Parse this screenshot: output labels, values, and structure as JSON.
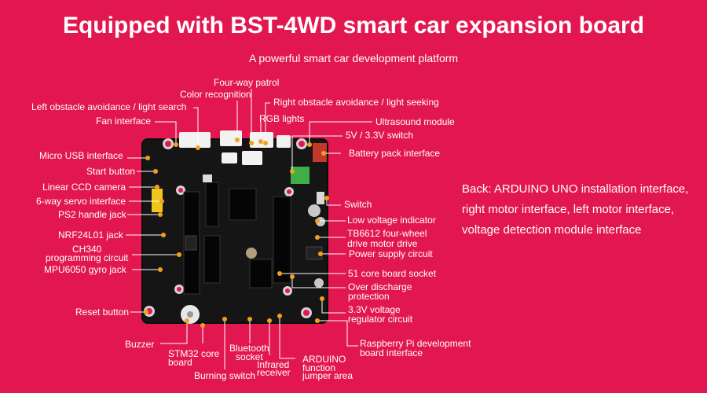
{
  "header": {
    "title": "Equipped with BST-4WD smart car expansion board",
    "subtitle": "A powerful smart car development platform"
  },
  "back_text": "Back: ARDUINO UNO installation interface, right motor interface, left motor interface, voltage detection module interface",
  "labels": {
    "four_way_patrol": "Four-way patrol",
    "color_recognition": "Color recognition",
    "left_obstacle": "Left obstacle avoidance / light search",
    "right_obstacle": "Right obstacle avoidance / light seeking",
    "fan_interface": "Fan interface",
    "rgb_lights": "RGB lights",
    "ultrasound_module": "Ultrasound module",
    "v5_v33_switch": "5V / 3.3V switch",
    "micro_usb": "Micro USB interface",
    "battery_pack": "Battery pack interface",
    "start_button": "Start button",
    "linear_ccd": "Linear CCD camera",
    "servo_interface": "6-way servo interface",
    "switch": "Switch",
    "ps2_jack": "PS2 handle jack",
    "low_voltage": "Low voltage indicator",
    "nrf24l01": "NRF24L01 jack",
    "tb6612_line1": "TB6612 four-wheel",
    "tb6612_line2": "drive motor drive",
    "ch340_line1": "CH340",
    "ch340_line2": "programming circuit",
    "power_supply": "Power supply circuit",
    "mpu6050": "MPU6050 gyro jack",
    "core_board_51": "51 core board socket",
    "over_discharge_line1": "Over discharge",
    "over_discharge_line2": "protection",
    "reset_button": "Reset button",
    "v33_reg_line1": "3.3V voltage",
    "v33_reg_line2": "regulator circuit",
    "buzzer": "Buzzer",
    "stm32_line1": "STM32 core",
    "stm32_line2": "board",
    "bluetooth_line1": "Bluetooth",
    "bluetooth_line2": "socket",
    "infrared_line1": "Infrared",
    "infrared_line2": "receiver",
    "arduino_line1": "ARDUINO",
    "arduino_line2": "function",
    "arduino_line3": "jumper area",
    "raspberry_line1": "Raspberry Pi development",
    "raspberry_line2": "board interface",
    "burning_switch": "Burning switch"
  },
  "colors": {
    "background": "#e3174f",
    "board": "#151515",
    "callout_dot": "#f5a01a"
  }
}
